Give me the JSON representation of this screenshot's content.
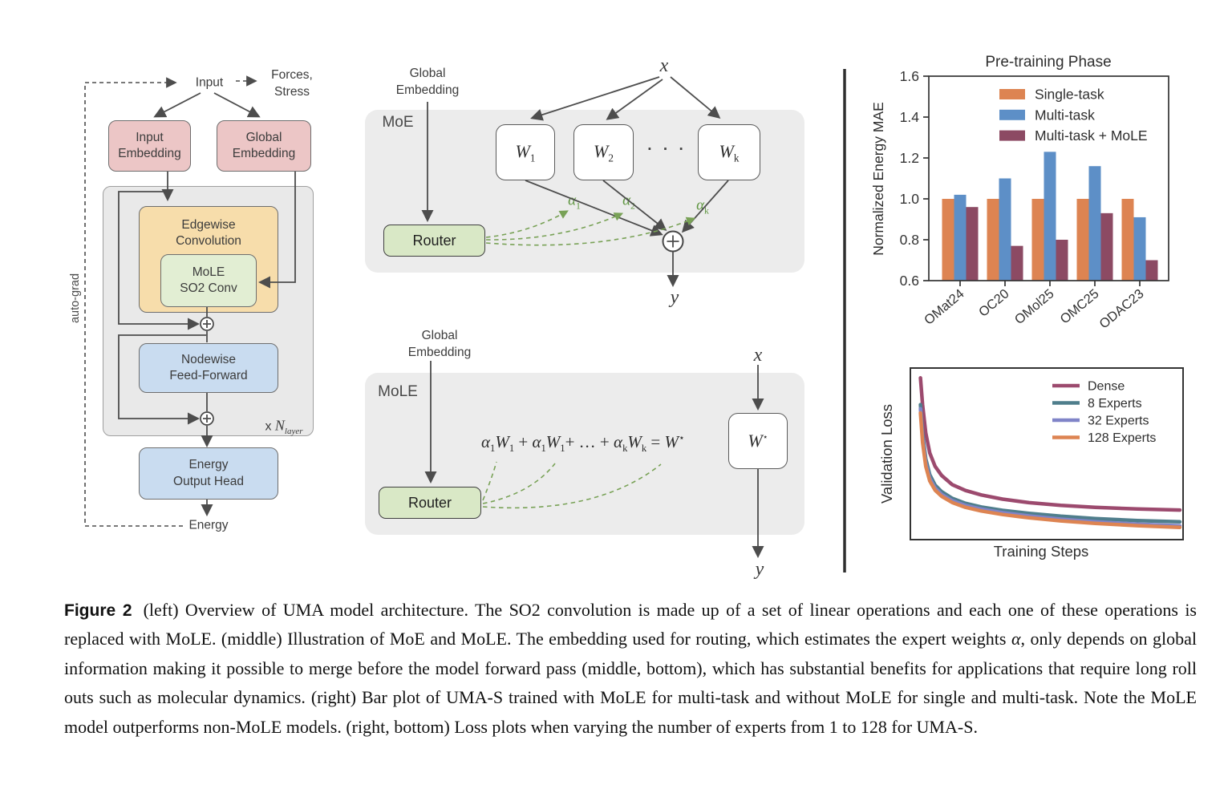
{
  "colors": {
    "box_pink": "#ecc6c6",
    "box_peach": "#f7ddab",
    "box_leaf": "#e2eed3",
    "box_blue": "#c9dcf0",
    "router_green": "#d9e8c6",
    "panel_gray": "#ececec",
    "left_panel_gray": "#e9e9e9",
    "connector_gray": "#4d4d4d",
    "dashed_green": "#79a257",
    "alpha_green": "#5f9641",
    "divider": "#2e2e2e",
    "bar_orange": "#dd8452",
    "bar_blue": "#5d8fc7",
    "bar_maroon": "#8c4a63"
  },
  "left_diagram": {
    "input_label": "Input",
    "forces_label": "Forces,\nStress",
    "autograd_label": "auto-grad",
    "energy_label": "Energy",
    "input_embedding": "Input\nEmbedding",
    "global_embedding": "Global\nEmbedding",
    "edgewise": "Edgewise\nConvolution",
    "mole_so2": "MoLE\nSO2 Conv",
    "nodewise": "Nodewise\nFeed-Forward",
    "energy_head": "Energy\nOutput Head",
    "nlayer": {
      "prefix": "x ",
      "base": "N",
      "sub": "layer"
    }
  },
  "moe": {
    "panel_label": "MoE",
    "global_embedding": "Global\nEmbedding",
    "router_label": "Router",
    "x_label": "x",
    "y_label": "y",
    "dots": "· · ·",
    "experts": [
      {
        "base": "W",
        "sub": "1"
      },
      {
        "base": "W",
        "sub": "2"
      },
      {
        "base": "W",
        "sub": "k"
      }
    ],
    "alphas": [
      {
        "base": "α",
        "sub": "1"
      },
      {
        "base": "α",
        "sub": "2"
      },
      {
        "base": "α",
        "sub": "k"
      }
    ]
  },
  "mole": {
    "panel_label": "MoLE",
    "global_embedding": "Global\nEmbedding",
    "router_label": "Router",
    "x_label": "x",
    "y_label": "y",
    "w_box": {
      "base": "W",
      "sup": "⋆"
    },
    "formula": [
      {
        "t": "α",
        "sub": "1"
      },
      {
        "t": "W",
        "sub": "1"
      },
      {
        "t": " + "
      },
      {
        "t": "α",
        "sub": "1"
      },
      {
        "t": "W",
        "sub": "1"
      },
      {
        "t": "+ … + "
      },
      {
        "t": "α",
        "sub": "k"
      },
      {
        "t": "W",
        "sub": "k"
      },
      {
        "t": " = "
      },
      {
        "t": "W",
        "sup": "⋆"
      }
    ]
  },
  "chart_data": [
    {
      "type": "bar",
      "title": "Pre-training Phase",
      "xlabel": "",
      "ylabel": "Normalized Energy MAE",
      "categories": [
        "OMat24",
        "OC20",
        "OMol25",
        "OMC25",
        "ODAC23"
      ],
      "series": [
        {
          "name": "Single-task",
          "color": "#dd8452",
          "values": [
            1.0,
            1.0,
            1.0,
            1.0,
            1.0
          ]
        },
        {
          "name": "Multi-task",
          "color": "#5d8fc7",
          "values": [
            1.02,
            1.1,
            1.23,
            1.16,
            0.91
          ]
        },
        {
          "name": "Multi-task + MoLE",
          "color": "#8c4a63",
          "values": [
            0.96,
            0.77,
            0.8,
            0.93,
            0.7
          ]
        }
      ],
      "ylim": [
        0.6,
        1.6
      ],
      "yticks": [
        0.6,
        0.8,
        1.0,
        1.2,
        1.4,
        1.6
      ],
      "legend_position": "upper center",
      "grid": false
    },
    {
      "type": "line",
      "title": "",
      "xlabel": "Training Steps",
      "ylabel": "Validation Loss",
      "axis_tick_labels": false,
      "legend_position": "upper right",
      "series": [
        {
          "name": "Dense",
          "color": "#9c4a6e",
          "points": [
            [
              0.02,
              0.96
            ],
            [
              0.028,
              0.8
            ],
            [
              0.04,
              0.63
            ],
            [
              0.055,
              0.51
            ],
            [
              0.075,
              0.43
            ],
            [
              0.1,
              0.375
            ],
            [
              0.14,
              0.32
            ],
            [
              0.19,
              0.285
            ],
            [
              0.25,
              0.258
            ],
            [
              0.33,
              0.233
            ],
            [
              0.43,
              0.212
            ],
            [
              0.55,
              0.196
            ],
            [
              0.68,
              0.184
            ],
            [
              0.84,
              0.174
            ],
            [
              1.0,
              0.168
            ]
          ]
        },
        {
          "name": "8 Experts",
          "color": "#4f7e8c",
          "points": [
            [
              0.02,
              0.8
            ],
            [
              0.028,
              0.63
            ],
            [
              0.04,
              0.475
            ],
            [
              0.055,
              0.38
            ],
            [
              0.075,
              0.318
            ],
            [
              0.1,
              0.278
            ],
            [
              0.14,
              0.238
            ],
            [
              0.19,
              0.208
            ],
            [
              0.25,
              0.186
            ],
            [
              0.33,
              0.166
            ],
            [
              0.43,
              0.148
            ],
            [
              0.55,
              0.131
            ],
            [
              0.68,
              0.117
            ],
            [
              0.84,
              0.105
            ],
            [
              1.0,
              0.097
            ]
          ]
        },
        {
          "name": "32 Experts",
          "color": "#8084c8",
          "points": [
            [
              0.02,
              0.775
            ],
            [
              0.028,
              0.6
            ],
            [
              0.04,
              0.45
            ],
            [
              0.055,
              0.358
            ],
            [
              0.075,
              0.3
            ],
            [
              0.1,
              0.262
            ],
            [
              0.14,
              0.224
            ],
            [
              0.19,
              0.195
            ],
            [
              0.25,
              0.173
            ],
            [
              0.33,
              0.152
            ],
            [
              0.43,
              0.132
            ],
            [
              0.55,
              0.113
            ],
            [
              0.68,
              0.097
            ],
            [
              0.84,
              0.083
            ],
            [
              1.0,
              0.073
            ]
          ]
        },
        {
          "name": "128 Experts",
          "color": "#dd8452",
          "points": [
            [
              0.02,
              0.75
            ],
            [
              0.028,
              0.575
            ],
            [
              0.04,
              0.43
            ],
            [
              0.055,
              0.342
            ],
            [
              0.075,
              0.287
            ],
            [
              0.1,
              0.25
            ],
            [
              0.14,
              0.213
            ],
            [
              0.19,
              0.184
            ],
            [
              0.25,
              0.162
            ],
            [
              0.33,
              0.141
            ],
            [
              0.43,
              0.121
            ],
            [
              0.55,
              0.103
            ],
            [
              0.68,
              0.088
            ],
            [
              0.84,
              0.074
            ],
            [
              1.0,
              0.064
            ]
          ]
        }
      ]
    }
  ],
  "caption": {
    "label": "Figure 2",
    "text_1": "(left) Overview of UMA model architecture. The SO2 convolution is made up of a set of linear operations and each one of these operations is replaced with MoLE. (middle) Illustration of MoE and MoLE. The embedding used for routing, which estimates the expert weights ",
    "alpha": "α",
    "text_2": ", only depends on global information making it possible to merge before the model forward pass (middle, bottom), which has substantial benefits for applications that require long roll outs such as molecular dynamics. (right) Bar plot of UMA-S trained with MoLE for multi-task and without MoLE for single and multi-task. Note the MoLE model outperforms non-MoLE models. (right, bottom) Loss plots when varying the number of experts from 1 to 128 for UMA-S."
  }
}
